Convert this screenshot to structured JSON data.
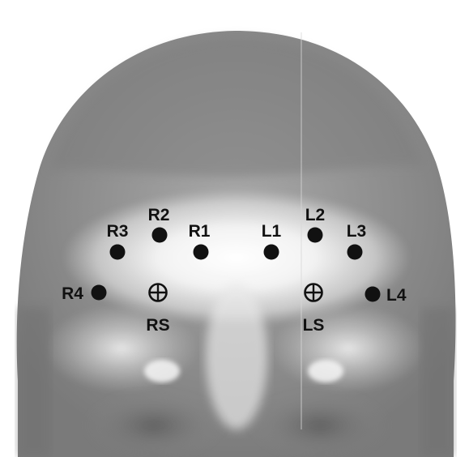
{
  "figure": {
    "background_color": "#ffffff",
    "head_color": "#8a8a8a",
    "skin_highlight_color": "#f4f4f4",
    "dot_color": "#111111"
  },
  "electrodes": [
    {
      "id": "R1",
      "label": "R1",
      "marker": "filled-dot"
    },
    {
      "id": "R2",
      "label": "R2",
      "marker": "filled-dot"
    },
    {
      "id": "R3",
      "label": "R3",
      "marker": "filled-dot"
    },
    {
      "id": "R4",
      "label": "R4",
      "marker": "filled-dot"
    },
    {
      "id": "L1",
      "label": "L1",
      "marker": "filled-dot"
    },
    {
      "id": "L2",
      "label": "L2",
      "marker": "filled-dot"
    },
    {
      "id": "L3",
      "label": "L3",
      "marker": "filled-dot"
    },
    {
      "id": "L4",
      "label": "L4",
      "marker": "filled-dot"
    },
    {
      "id": "RS",
      "label": "RS",
      "marker": "crosshair-circle"
    },
    {
      "id": "LS",
      "label": "LS",
      "marker": "crosshair-circle"
    }
  ]
}
